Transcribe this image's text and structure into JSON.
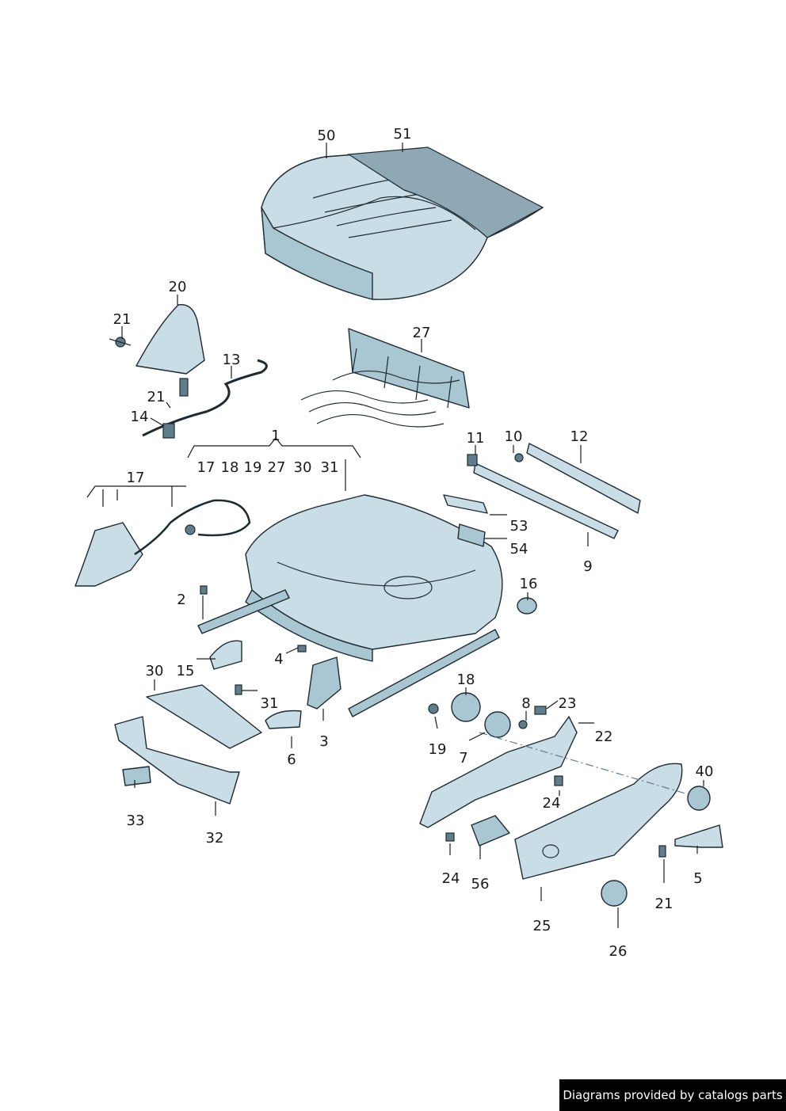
{
  "credit": "Diagrams provided by catalogs parts",
  "callouts": {
    "c50": "50",
    "c51": "51",
    "c20": "20",
    "c21a": "21",
    "c13": "13",
    "c27": "27",
    "c21b": "21",
    "c14": "14",
    "c1": "1",
    "c1_sub": [
      "17",
      "18",
      "19",
      "27",
      "30",
      "31"
    ],
    "c11": "11",
    "c10": "10",
    "c12": "12",
    "c17": "17",
    "c53": "53",
    "c54": "54",
    "c9": "9",
    "c16": "16",
    "c2": "2",
    "c4": "4",
    "c15": "15",
    "c30": "30",
    "c18": "18",
    "c8": "8",
    "c23": "23",
    "c31": "31",
    "c22": "22",
    "c19": "19",
    "c3": "3",
    "c7": "7",
    "c6": "6",
    "c40": "40",
    "c24a": "24",
    "c33": "33",
    "c32": "32",
    "c24b": "24",
    "c56": "56",
    "c21c": "21",
    "c5": "5",
    "c25": "25",
    "c26": "26"
  },
  "colors": {
    "part_fill": "#c9dde6",
    "part_shade": "#a9c6d3",
    "outline": "#1e2a30"
  }
}
